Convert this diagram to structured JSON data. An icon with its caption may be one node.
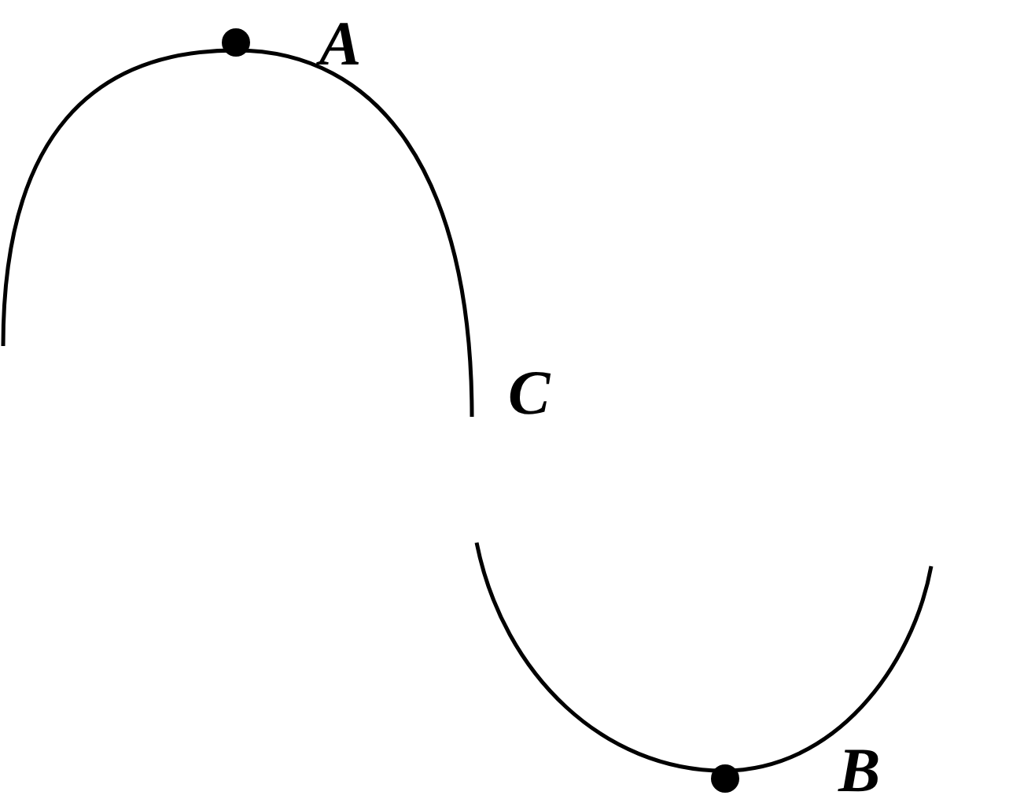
{
  "diagram": {
    "labels": [
      "A",
      "C",
      "B"
    ]
  }
}
